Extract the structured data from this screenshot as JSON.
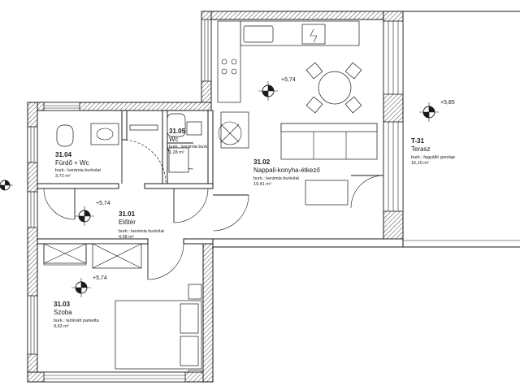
{
  "rooms": [
    {
      "number": "31.04",
      "name": "Fürdő + Wc",
      "finish": "burk.: kerámia burkolat",
      "area": "3,72 m²"
    },
    {
      "number": "31.05",
      "name": "Wc",
      "finish": "burk.: kerámia burk.",
      "area": "1,28 m²"
    },
    {
      "number": "31.01",
      "name": "Előtér",
      "finish": "burk.: kerámia burkolat",
      "area": "4,58 m²"
    },
    {
      "number": "31.02",
      "name": "Nappali-konyha-étkező",
      "finish": "burk.: kerámia burkolat",
      "area": "19,41 m²"
    },
    {
      "number": "31.03",
      "name": "Szoba",
      "finish": "burk.: laminált parketta",
      "area": "9,63 m²"
    },
    {
      "number": "T-31",
      "name": "Terasz",
      "finish": "burk.: fagyálló greslap",
      "area": "16,10 m²"
    }
  ],
  "elevations": [
    "+5,74",
    "+5,74",
    "+5,74",
    "+5,85"
  ]
}
